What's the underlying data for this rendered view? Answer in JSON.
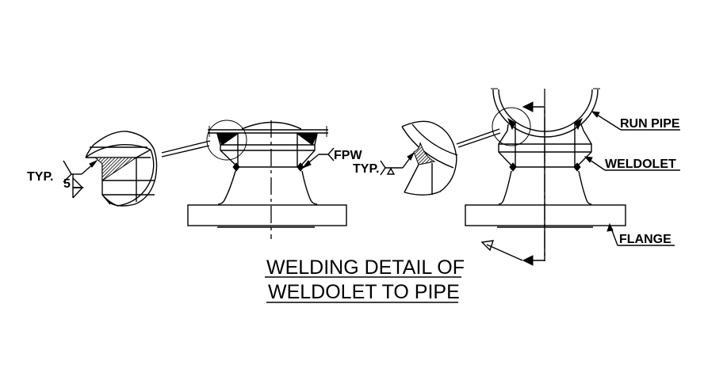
{
  "drawing": {
    "title_line1": "WELDING DETAIL OF",
    "title_line2": "WELDOLET TO PIPE",
    "labels": {
      "typ_left": "TYP.",
      "weld_size": "5",
      "fpw": "FPW",
      "typ_mid": "TYP.",
      "run_pipe": "RUN PIPE",
      "weldolet": "WELDOLET",
      "flange": "FLANGE"
    },
    "colors": {
      "line": "#000000",
      "background": "#ffffff"
    }
  }
}
